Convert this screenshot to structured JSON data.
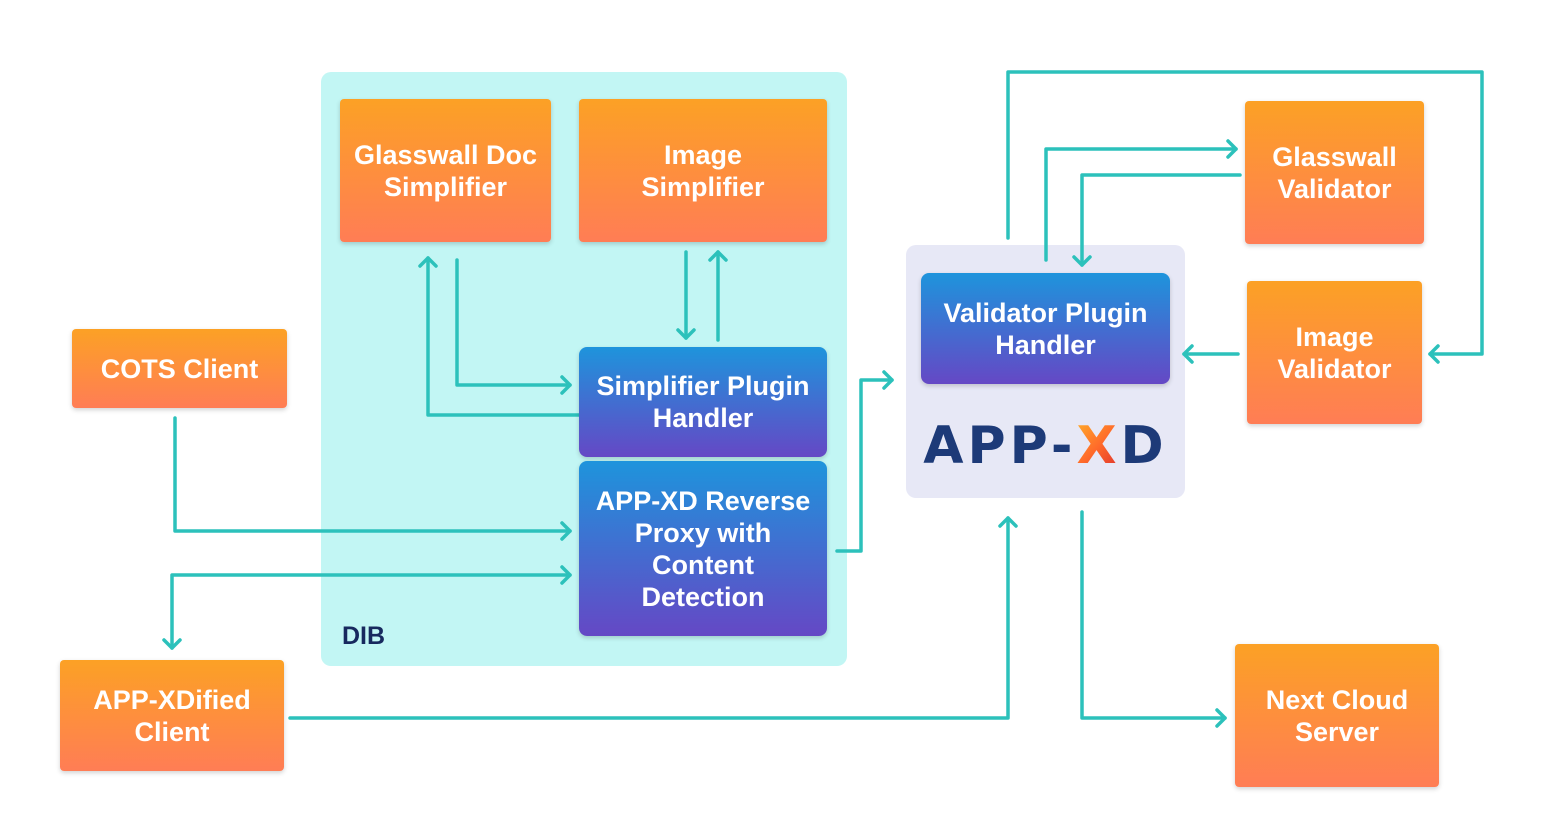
{
  "diagram": {
    "dib_label": "DIB",
    "logo": {
      "prefix": "APP-",
      "x": "X",
      "suffix": "D"
    },
    "boxes": {
      "glasswall_doc_simplifier": "Glasswall Doc Simplifier",
      "image_simplifier": "Image Simplifier",
      "simplifier_plugin_handler": "Simplifier Plugin Handler",
      "reverse_proxy": "APP-XD Reverse Proxy with Content Detection",
      "cots_client": "COTS Client",
      "appxdified_client": "APP-XDified Client",
      "validator_plugin_handler": "Validator Plugin Handler",
      "glasswall_validator": "Glasswall Validator",
      "image_validator": "Image Validator",
      "next_cloud_server": "Next Cloud Server"
    },
    "colors": {
      "connector": "#2cc1bb",
      "dib_background": "#c2f6f4",
      "appxd_background": "#e7e8f6",
      "orange_top": "#fca125",
      "orange_bottom": "#ff7d55",
      "blue_top": "#1e94dc",
      "blue_bottom": "#6548c5",
      "navy_text": "#17295e"
    }
  }
}
